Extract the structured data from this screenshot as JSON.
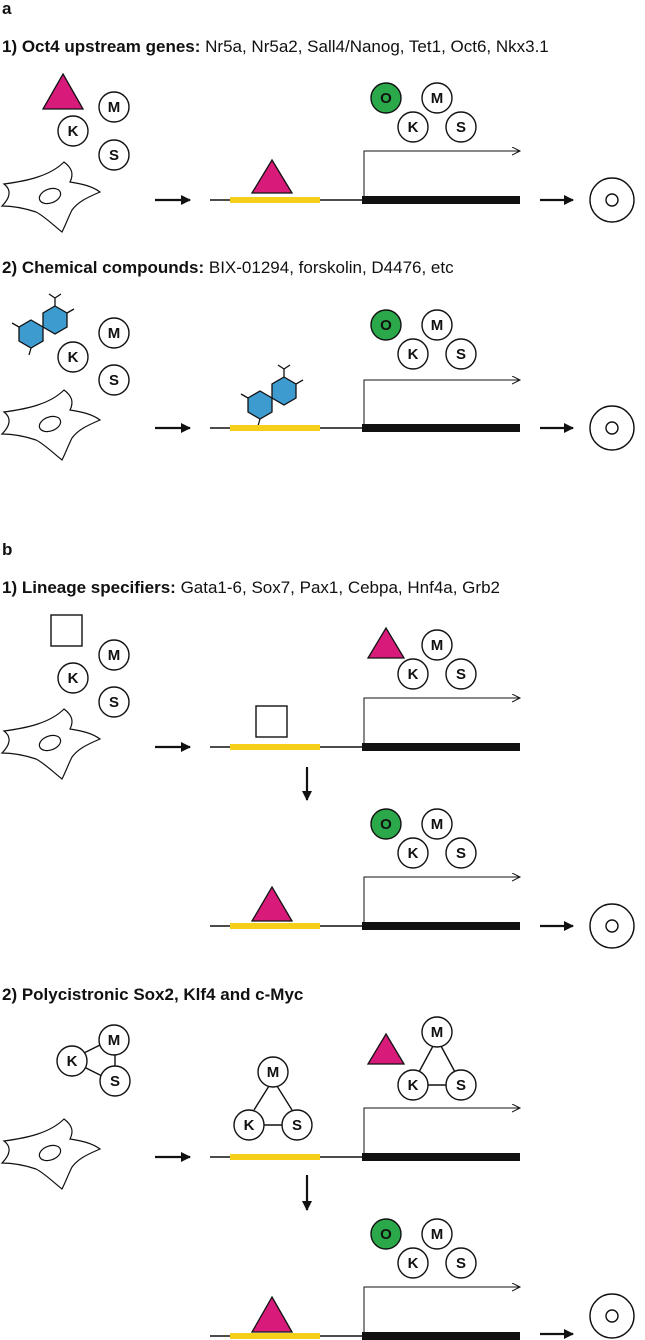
{
  "panels": {
    "a": "a",
    "b": "b"
  },
  "sections": {
    "a1": {
      "title": "1) Oct4 upstream genes:",
      "items": " Nr5a, Nr5a2, Sall4/Nanog, Tet1, Oct6, Nkx3.1"
    },
    "a2": {
      "title": "2) Chemical compounds:",
      "items": " BIX-01294, forskolin, D4476, etc"
    },
    "b1": {
      "title": "1) Lineage specifiers:",
      "items": " Gata1-6, Sox7, Pax1, Cebpa, Hnf4a, Grb2"
    },
    "b2": {
      "title": "2) Polycistronic Sox2, Klf4 and c-Myc",
      "items": ""
    }
  },
  "factor_labels": {
    "oct4": "O",
    "klf4": "K",
    "sox2": "S",
    "cmyc": "M"
  },
  "colors": {
    "triangle": "#d81b7a",
    "oct4_fill": "#2aa84a",
    "compound_fill": "#3d9bd0",
    "promoter": "#f5cf1a",
    "line": "#111111"
  }
}
